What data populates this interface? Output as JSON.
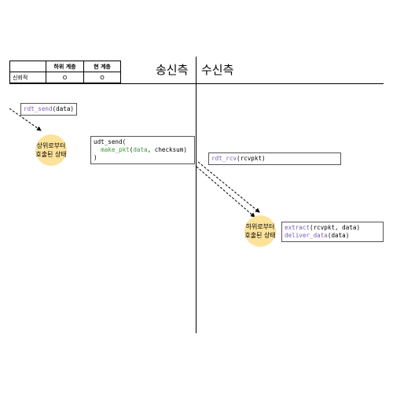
{
  "table": {
    "headers": [
      "",
      "하위 계층",
      "현 계층"
    ],
    "rows": [
      {
        "label": "신뢰적",
        "lower": "O",
        "current": "O"
      }
    ]
  },
  "sender_title": "송신측",
  "receiver_title": "수신측",
  "sender": {
    "rdt_send": {
      "fn": "rdt_send",
      "args": "(data)"
    },
    "state": {
      "line1": "상위로부터",
      "line2": "호출된 상태"
    },
    "udt_send": {
      "fn": "udt_send(",
      "make_pkt": "make_pkt",
      "open": "(",
      "data": "data",
      "rest": ", checksum)",
      "close": ")"
    }
  },
  "receiver": {
    "rdt_rcv": {
      "fn": "rdt_rcv",
      "args": "(rcvpkt)"
    },
    "state": {
      "line1": "하위로부터",
      "line2": "호출된 상태"
    },
    "extract": {
      "fn": "extract",
      "args": "(rcvpkt, data)"
    },
    "deliver": {
      "fn": "deliver_data",
      "args": "(data)"
    }
  },
  "colors": {
    "function": "#7a5bb0",
    "variable": "#3c9a3c",
    "state": "#fde29a"
  }
}
